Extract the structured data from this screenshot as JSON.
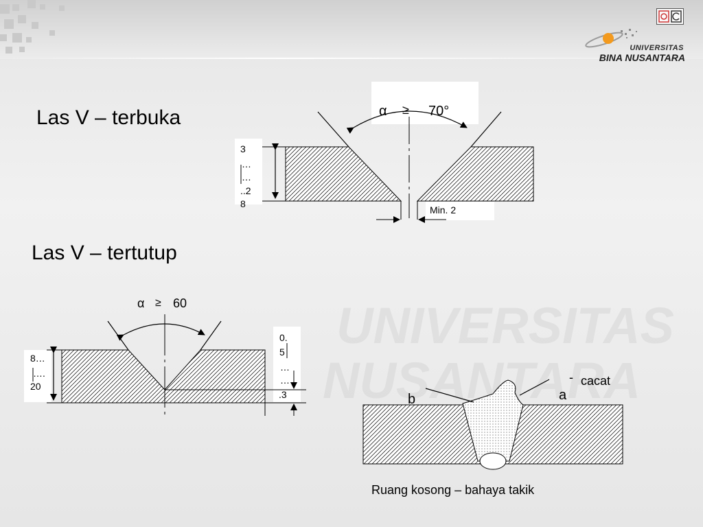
{
  "header": {
    "logo_line1": "UNIVERSITAS",
    "logo_line2": "BINA NUSANTARA"
  },
  "watermark": {
    "line1": "UNIVERSITAS",
    "line2": "NUSANTARA"
  },
  "sections": {
    "open_v": {
      "title": "Las V – terbuka",
      "angle_alpha": "α",
      "angle_op": "≥",
      "angle_value": "70°",
      "thickness_lines": [
        "3",
        "…",
        "…",
        "..2",
        "8"
      ],
      "gap_label": "Min. 2"
    },
    "closed_v": {
      "title": "Las V – tertutup",
      "angle_alpha": "α",
      "angle_op": "≥",
      "angle_value": "60",
      "thickness_lines": [
        "8…",
        "….",
        "20"
      ],
      "root_lines": [
        "0.",
        "5",
        "…",
        "…",
        ".3"
      ]
    },
    "defect": {
      "label_b": "b",
      "label_a": "a",
      "label_dash": "-",
      "label_cacat": "cacat",
      "caption": "Ruang kosong – bahaya takik"
    }
  },
  "colors": {
    "accent_orange": "#f39a1e",
    "ink": "#000000"
  }
}
